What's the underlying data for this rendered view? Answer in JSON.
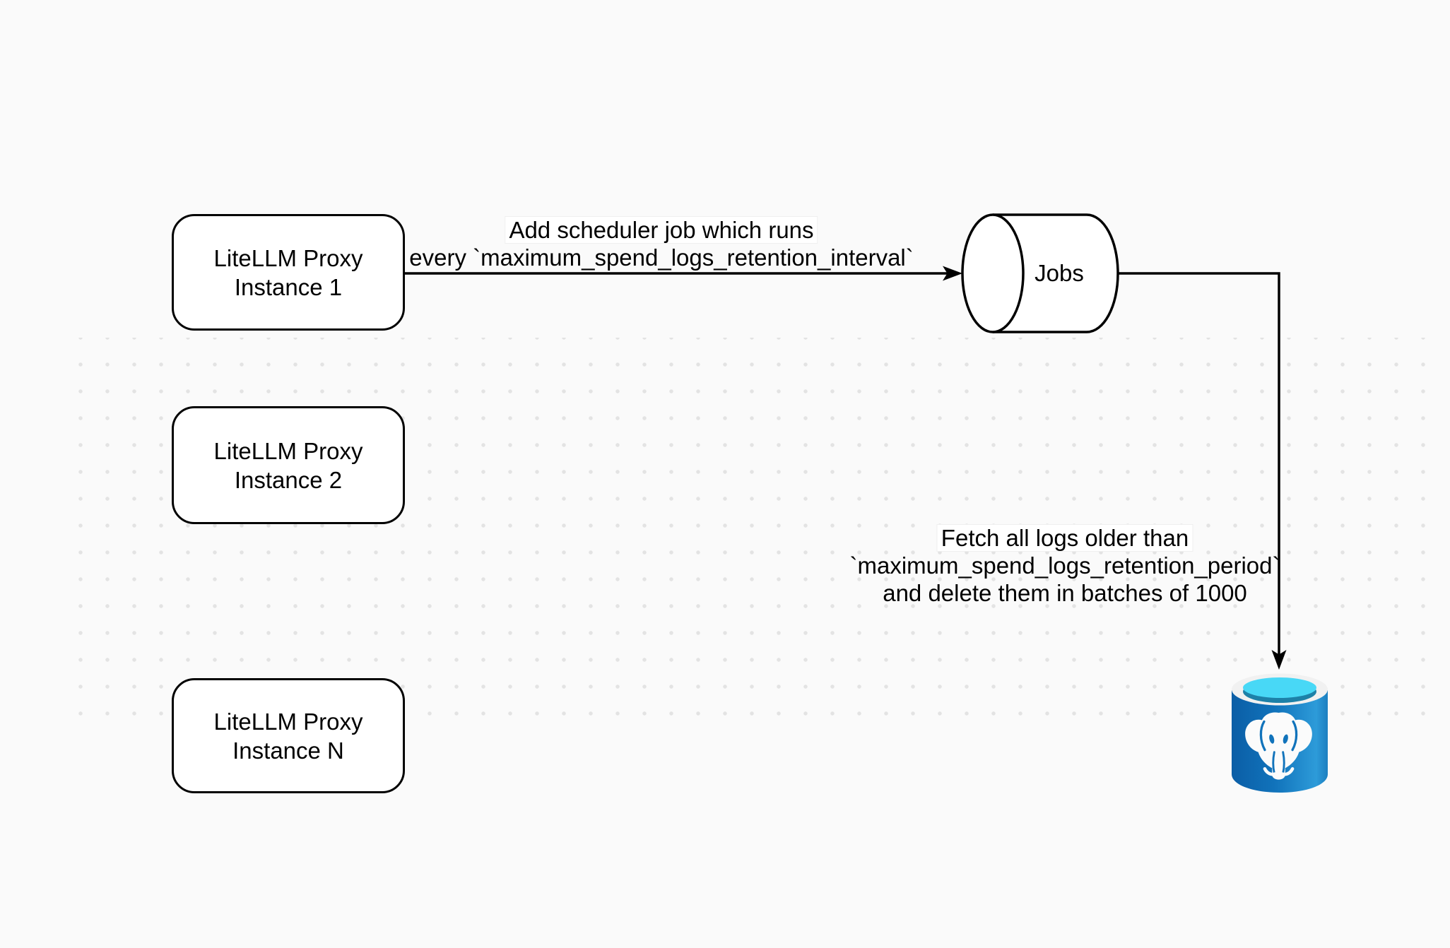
{
  "diagram": {
    "nodes": {
      "proxy1": {
        "line1": "LiteLLM Proxy",
        "line2": "Instance 1"
      },
      "proxy2": {
        "line1": "LiteLLM Proxy",
        "line2": "Instance 2"
      },
      "proxyN": {
        "line1": "LiteLLM Proxy",
        "line2": "Instance N"
      },
      "jobs": {
        "label": "Jobs"
      },
      "postgres": {
        "icon": "postgresql-database-icon"
      }
    },
    "edge_labels": {
      "scheduler": {
        "line1": "Add scheduler job which runs",
        "line2": "every `maximum_spend_logs_retention_interval`"
      },
      "cleanup": {
        "line1": "Fetch all logs older than",
        "line2": "`maximum_spend_logs_retention_period`",
        "line3": "and delete them in batches of 1000"
      }
    },
    "colors": {
      "stroke": "#000000",
      "node_fill": "#ffffff",
      "canvas_background": "#fafafa",
      "dot_grid": "#e3e3e3",
      "postgres_blue": "#1173bb",
      "postgres_blue_dark": "#0b5ea6",
      "postgres_blue_light": "#2d9bd9",
      "postgres_cyan": "#48d8f6",
      "postgres_teal": "#1d81a8",
      "postgres_ring": "#f1f1f1"
    }
  }
}
